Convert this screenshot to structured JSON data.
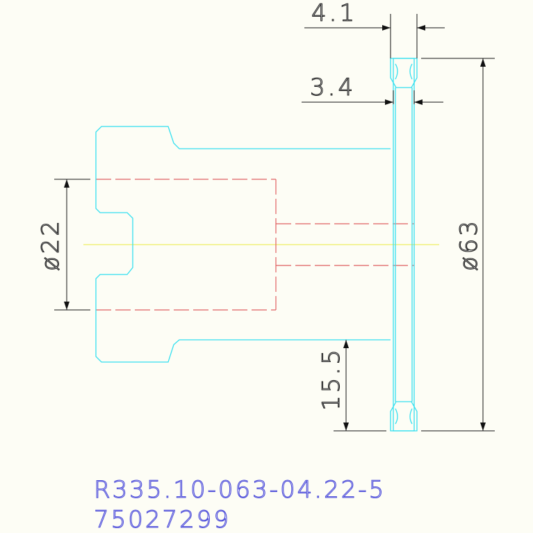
{
  "dimensions": {
    "width_outer": "4.1",
    "width_inner": "3.4",
    "bore_diameter": "ø22",
    "outer_diameter": "ø63",
    "step_height": "15.5"
  },
  "title_block": {
    "part_code": "R335.10-063-04.22-5",
    "item_number": "75027299"
  },
  "colors": {
    "outline": "#33e0f0",
    "hidden": "#e06060",
    "centerline": "#f0f060",
    "dimension": "#222222",
    "title": "#4a4ad8",
    "background": "#fdfdf5"
  }
}
